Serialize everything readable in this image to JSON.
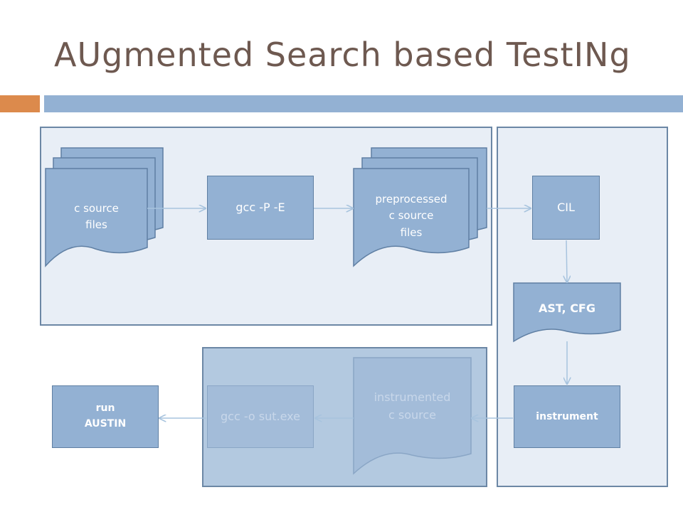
{
  "title": "AUgmented Search based TestINg",
  "nodes": {
    "c_source_files": "c source\nfiles",
    "gcc_pe": "gcc -P -E",
    "preprocessed": "preprocessed\nc source\nfiles",
    "cil": "CIL",
    "ast_cfg": "AST, CFG",
    "instrument": "instrument",
    "instrumented": "instrumented\nc source",
    "gcc_o": "gcc -o sut.exe",
    "run_austin": "run\nAUSTIN"
  },
  "colors": {
    "title": "#6e5950",
    "accent_bar": "#dc8a4c",
    "main_bar": "#93b1d3",
    "box_fill": "#93b1d3",
    "box_border": "#5f7fa3",
    "region_light": "#e8eef6",
    "region_mid": "#b3c9e0",
    "arrow": "#a7c3de"
  }
}
